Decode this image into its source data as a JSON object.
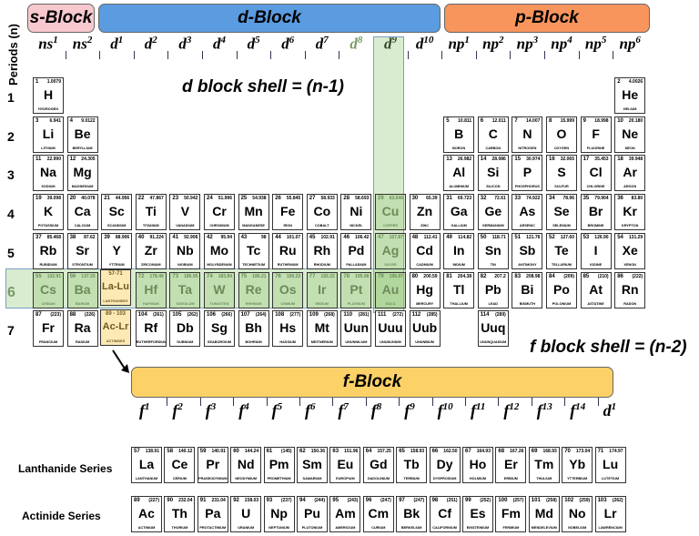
{
  "blocks": {
    "s": {
      "label": "s-Block",
      "color": "#f7c9cf"
    },
    "d": {
      "label": "d-Block",
      "color": "#5b9be0"
    },
    "p": {
      "label": "p-Block",
      "color": "#f7955d"
    },
    "f": {
      "label": "f-Block",
      "color": "#fcd167"
    }
  },
  "subshells": [
    "ns",
    "ns",
    "d",
    "d",
    "d",
    "d",
    "d",
    "d",
    "d",
    "d",
    "d",
    "d",
    "np",
    "np",
    "np",
    "np",
    "np",
    "np"
  ],
  "subshell_sups": [
    "1",
    "2",
    "1",
    "2",
    "3",
    "4",
    "5",
    "6",
    "7",
    "8",
    "9",
    "10",
    "1",
    "2",
    "3",
    "4",
    "5",
    "6"
  ],
  "periods_label": "Periods (n)",
  "periods": [
    "1",
    "2",
    "3",
    "4",
    "5",
    "6",
    "7"
  ],
  "d_shell_note": "d block shell = (n-1)",
  "f_shell_note": "f block shell = (n-2)",
  "f_subshells": [
    {
      "b": "f",
      "s": "1"
    },
    {
      "b": "f",
      "s": "2"
    },
    {
      "b": "f",
      "s": "3"
    },
    {
      "b": "f",
      "s": "4"
    },
    {
      "b": "f",
      "s": "5"
    },
    {
      "b": "f",
      "s": "6"
    },
    {
      "b": "f",
      "s": "7"
    },
    {
      "b": "f",
      "s": "8"
    },
    {
      "b": "f",
      "s": "9"
    },
    {
      "b": "f",
      "s": "10"
    },
    {
      "b": "f",
      "s": "11"
    },
    {
      "b": "f",
      "s": "12"
    },
    {
      "b": "f",
      "s": "13"
    },
    {
      "b": "f",
      "s": "14"
    },
    {
      "b": "d",
      "s": "1"
    }
  ],
  "series_labels": {
    "lanthanide": "Lanthanide Series",
    "actinide": "Actinide Series"
  },
  "placeholders": {
    "la_lu": {
      "z": "57-71",
      "sym": "La-Lu",
      "name": "LANTHANIDES"
    },
    "ac_lr": {
      "z": "89 - 103",
      "sym": "Ac-Lr",
      "name": "ACTINIDES"
    }
  },
  "elements": [
    {
      "z": "1",
      "sym": "H",
      "mass": "1.0079",
      "name": "HYDROGEN",
      "p": 1,
      "g": 1
    },
    {
      "z": "2",
      "sym": "He",
      "mass": "4.0026",
      "name": "HELIUM",
      "p": 1,
      "g": 18
    },
    {
      "z": "3",
      "sym": "Li",
      "mass": "6.941",
      "name": "LITHIUM",
      "p": 2,
      "g": 1
    },
    {
      "z": "4",
      "sym": "Be",
      "mass": "9.0122",
      "name": "BERYLLIUM",
      "p": 2,
      "g": 2
    },
    {
      "z": "5",
      "sym": "B",
      "mass": "10.811",
      "name": "BORON",
      "p": 2,
      "g": 13
    },
    {
      "z": "6",
      "sym": "C",
      "mass": "12.011",
      "name": "CARBON",
      "p": 2,
      "g": 14
    },
    {
      "z": "7",
      "sym": "N",
      "mass": "14.007",
      "name": "NITROGEN",
      "p": 2,
      "g": 15
    },
    {
      "z": "8",
      "sym": "O",
      "mass": "15.999",
      "name": "OXYGEN",
      "p": 2,
      "g": 16
    },
    {
      "z": "9",
      "sym": "F",
      "mass": "18.998",
      "name": "FLUORINE",
      "p": 2,
      "g": 17
    },
    {
      "z": "10",
      "sym": "Ne",
      "mass": "20.180",
      "name": "NEON",
      "p": 2,
      "g": 18
    },
    {
      "z": "11",
      "sym": "Na",
      "mass": "22.990",
      "name": "SODIUM",
      "p": 3,
      "g": 1
    },
    {
      "z": "12",
      "sym": "Mg",
      "mass": "24.305",
      "name": "MAGNESIUM",
      "p": 3,
      "g": 2
    },
    {
      "z": "13",
      "sym": "Al",
      "mass": "26.982",
      "name": "ALUMINIUM",
      "p": 3,
      "g": 13
    },
    {
      "z": "14",
      "sym": "Si",
      "mass": "28.086",
      "name": "SILICON",
      "p": 3,
      "g": 14
    },
    {
      "z": "15",
      "sym": "P",
      "mass": "30.974",
      "name": "PHOSPHORUS",
      "p": 3,
      "g": 15
    },
    {
      "z": "16",
      "sym": "S",
      "mass": "32.065",
      "name": "SULFUR",
      "p": 3,
      "g": 16
    },
    {
      "z": "17",
      "sym": "Cl",
      "mass": "35.453",
      "name": "CHLORINE",
      "p": 3,
      "g": 17
    },
    {
      "z": "18",
      "sym": "Ar",
      "mass": "39.948",
      "name": "ARGON",
      "p": 3,
      "g": 18
    },
    {
      "z": "19",
      "sym": "K",
      "mass": "39.098",
      "name": "POTASSIUM",
      "p": 4,
      "g": 1
    },
    {
      "z": "20",
      "sym": "Ca",
      "mass": "40.078",
      "name": "CALCIUM",
      "p": 4,
      "g": 2
    },
    {
      "z": "21",
      "sym": "Sc",
      "mass": "44.956",
      "name": "SCANDIUM",
      "p": 4,
      "g": 3
    },
    {
      "z": "22",
      "sym": "Ti",
      "mass": "47.867",
      "name": "TITANIUM",
      "p": 4,
      "g": 4
    },
    {
      "z": "23",
      "sym": "V",
      "mass": "50.942",
      "name": "VANADIUM",
      "p": 4,
      "g": 5
    },
    {
      "z": "24",
      "sym": "Cr",
      "mass": "51.996",
      "name": "CHROMIUM",
      "p": 4,
      "g": 6
    },
    {
      "z": "25",
      "sym": "Mn",
      "mass": "54.938",
      "name": "MANGANESE",
      "p": 4,
      "g": 7
    },
    {
      "z": "26",
      "sym": "Fe",
      "mass": "55.845",
      "name": "IRON",
      "p": 4,
      "g": 8
    },
    {
      "z": "27",
      "sym": "Co",
      "mass": "58.933",
      "name": "COBALT",
      "p": 4,
      "g": 9
    },
    {
      "z": "28",
      "sym": "Ni",
      "mass": "58.693",
      "name": "NICKEL",
      "p": 4,
      "g": 10
    },
    {
      "z": "29",
      "sym": "Cu",
      "mass": "63.546",
      "name": "COPPER",
      "p": 4,
      "g": 11
    },
    {
      "z": "30",
      "sym": "Zn",
      "mass": "65.39",
      "name": "ZINC",
      "p": 4,
      "g": 12
    },
    {
      "z": "31",
      "sym": "Ga",
      "mass": "69.723",
      "name": "GALLIUM",
      "p": 4,
      "g": 13
    },
    {
      "z": "32",
      "sym": "Ge",
      "mass": "72.61",
      "name": "GERMANIUM",
      "p": 4,
      "g": 14
    },
    {
      "z": "33",
      "sym": "As",
      "mass": "74.922",
      "name": "ARSENIC",
      "p": 4,
      "g": 15
    },
    {
      "z": "34",
      "sym": "Se",
      "mass": "78.96",
      "name": "SELENIUM",
      "p": 4,
      "g": 16
    },
    {
      "z": "35",
      "sym": "Br",
      "mass": "79.904",
      "name": "BROMINE",
      "p": 4,
      "g": 17
    },
    {
      "z": "36",
      "sym": "Kr",
      "mass": "83.80",
      "name": "KRYPTON",
      "p": 4,
      "g": 18
    },
    {
      "z": "37",
      "sym": "Rb",
      "mass": "85.468",
      "name": "RUBIDIUM",
      "p": 5,
      "g": 1
    },
    {
      "z": "38",
      "sym": "Sr",
      "mass": "87.62",
      "name": "STRONTIUM",
      "p": 5,
      "g": 2
    },
    {
      "z": "39",
      "sym": "Y",
      "mass": "88.906",
      "name": "YTTRIUM",
      "p": 5,
      "g": 3
    },
    {
      "z": "40",
      "sym": "Zr",
      "mass": "91.224",
      "name": "ZIRCONIUM",
      "p": 5,
      "g": 4
    },
    {
      "z": "41",
      "sym": "Nb",
      "mass": "92.906",
      "name": "NIOBIUM",
      "p": 5,
      "g": 5
    },
    {
      "z": "42",
      "sym": "Mo",
      "mass": "95.94",
      "name": "MOLYBDENUM",
      "p": 5,
      "g": 6
    },
    {
      "z": "43",
      "sym": "Tc",
      "mass": "98",
      "name": "TECHNETIUM",
      "p": 5,
      "g": 7
    },
    {
      "z": "44",
      "sym": "Ru",
      "mass": "101.07",
      "name": "RUTHENIUM",
      "p": 5,
      "g": 8
    },
    {
      "z": "45",
      "sym": "Rh",
      "mass": "102.91",
      "name": "RHODIUM",
      "p": 5,
      "g": 9
    },
    {
      "z": "46",
      "sym": "Pd",
      "mass": "106.42",
      "name": "PALLADIUM",
      "p": 5,
      "g": 10
    },
    {
      "z": "47",
      "sym": "Ag",
      "mass": "107.87",
      "name": "SILVER",
      "p": 5,
      "g": 11
    },
    {
      "z": "48",
      "sym": "Cd",
      "mass": "112.41",
      "name": "CADMIUM",
      "p": 5,
      "g": 12
    },
    {
      "z": "49",
      "sym": "In",
      "mass": "114.82",
      "name": "INDIUM",
      "p": 5,
      "g": 13
    },
    {
      "z": "50",
      "sym": "Sn",
      "mass": "118.71",
      "name": "TIN",
      "p": 5,
      "g": 14
    },
    {
      "z": "51",
      "sym": "Sb",
      "mass": "121.76",
      "name": "ANTIMONY",
      "p": 5,
      "g": 15
    },
    {
      "z": "52",
      "sym": "Te",
      "mass": "127.60",
      "name": "TELLURIUM",
      "p": 5,
      "g": 16
    },
    {
      "z": "53",
      "sym": "I",
      "mass": "126.90",
      "name": "IODINE",
      "p": 5,
      "g": 17
    },
    {
      "z": "54",
      "sym": "Xe",
      "mass": "131.29",
      "name": "XENON",
      "p": 5,
      "g": 18
    },
    {
      "z": "55",
      "sym": "Cs",
      "mass": "132.91",
      "name": "CESIUM",
      "p": 6,
      "g": 1
    },
    {
      "z": "56",
      "sym": "Ba",
      "mass": "137.33",
      "name": "BARIUM",
      "p": 6,
      "g": 2
    },
    {
      "z": "72",
      "sym": "Hf",
      "mass": "178.49",
      "name": "HAFNIUM",
      "p": 6,
      "g": 4
    },
    {
      "z": "73",
      "sym": "Ta",
      "mass": "180.95",
      "name": "TANTALUM",
      "p": 6,
      "g": 5
    },
    {
      "z": "74",
      "sym": "W",
      "mass": "183.84",
      "name": "TUNGSTEN",
      "p": 6,
      "g": 6
    },
    {
      "z": "75",
      "sym": "Re",
      "mass": "186.21",
      "name": "RHENIUM",
      "p": 6,
      "g": 7
    },
    {
      "z": "76",
      "sym": "Os",
      "mass": "190.23",
      "name": "OSMIUM",
      "p": 6,
      "g": 8
    },
    {
      "z": "77",
      "sym": "Ir",
      "mass": "192.22",
      "name": "IRIDIUM",
      "p": 6,
      "g": 9
    },
    {
      "z": "78",
      "sym": "Pt",
      "mass": "195.08",
      "name": "PLATINUM",
      "p": 6,
      "g": 10
    },
    {
      "z": "79",
      "sym": "Au",
      "mass": "196.97",
      "name": "GOLD",
      "p": 6,
      "g": 11
    },
    {
      "z": "80",
      "sym": "Hg",
      "mass": "200.59",
      "name": "MERCURY",
      "p": 6,
      "g": 12
    },
    {
      "z": "81",
      "sym": "Tl",
      "mass": "204.38",
      "name": "THALLIUM",
      "p": 6,
      "g": 13
    },
    {
      "z": "82",
      "sym": "Pb",
      "mass": "207.2",
      "name": "LEAD",
      "p": 6,
      "g": 14
    },
    {
      "z": "83",
      "sym": "Bi",
      "mass": "208.98",
      "name": "BISMUTH",
      "p": 6,
      "g": 15
    },
    {
      "z": "84",
      "sym": "Po",
      "mass": "(209)",
      "name": "POLONIUM",
      "p": 6,
      "g": 16
    },
    {
      "z": "85",
      "sym": "At",
      "mass": "(210)",
      "name": "ASTATINE",
      "p": 6,
      "g": 17
    },
    {
      "z": "86",
      "sym": "Rn",
      "mass": "(222)",
      "name": "RADON",
      "p": 6,
      "g": 18
    },
    {
      "z": "87",
      "sym": "Fr",
      "mass": "(223)",
      "name": "FRANCIUM",
      "p": 7,
      "g": 1
    },
    {
      "z": "88",
      "sym": "Ra",
      "mass": "(226)",
      "name": "RADIUM",
      "p": 7,
      "g": 2
    },
    {
      "z": "104",
      "sym": "Rf",
      "mass": "(261)",
      "name": "RUTHERFORDIUM",
      "p": 7,
      "g": 4
    },
    {
      "z": "105",
      "sym": "Db",
      "mass": "(262)",
      "name": "DUBNIUM",
      "p": 7,
      "g": 5
    },
    {
      "z": "106",
      "sym": "Sg",
      "mass": "(266)",
      "name": "SEABORGIUM",
      "p": 7,
      "g": 6
    },
    {
      "z": "107",
      "sym": "Bh",
      "mass": "(264)",
      "name": "BOHRIUM",
      "p": 7,
      "g": 7
    },
    {
      "z": "108",
      "sym": "Hs",
      "mass": "(277)",
      "name": "HASSIUM",
      "p": 7,
      "g": 8
    },
    {
      "z": "109",
      "sym": "Mt",
      "mass": "(268)",
      "name": "MEITNERIUM",
      "p": 7,
      "g": 9
    },
    {
      "z": "110",
      "sym": "Uun",
      "mass": "(281)",
      "name": "UNUNNILIUM",
      "p": 7,
      "g": 10
    },
    {
      "z": "111",
      "sym": "Uuu",
      "mass": "(272)",
      "name": "UNUNUNIUM",
      "p": 7,
      "g": 11
    },
    {
      "z": "112",
      "sym": "Uub",
      "mass": "(285)",
      "name": "UNUNBIUM",
      "p": 7,
      "g": 12
    },
    {
      "z": "114",
      "sym": "Uuq",
      "mass": "(289)",
      "name": "UNUNQUADIUM",
      "p": 7,
      "g": 14
    }
  ],
  "lanthanides": [
    {
      "z": "57",
      "sym": "La",
      "mass": "138.91",
      "name": "LANTHANUM"
    },
    {
      "z": "58",
      "sym": "Ce",
      "mass": "140.12",
      "name": "CERIUM"
    },
    {
      "z": "59",
      "sym": "Pr",
      "mass": "140.91",
      "name": "PRASEODYMIUM"
    },
    {
      "z": "60",
      "sym": "Nd",
      "mass": "144.24",
      "name": "NEODYMIUM"
    },
    {
      "z": "61",
      "sym": "Pm",
      "mass": "(145)",
      "name": "PROMETHIUM"
    },
    {
      "z": "62",
      "sym": "Sm",
      "mass": "150.36",
      "name": "SAMARIUM"
    },
    {
      "z": "63",
      "sym": "Eu",
      "mass": "151.96",
      "name": "EUROPIUM"
    },
    {
      "z": "64",
      "sym": "Gd",
      "mass": "157.25",
      "name": "GADOLINIUM"
    },
    {
      "z": "65",
      "sym": "Tb",
      "mass": "158.93",
      "name": "TERBIUM"
    },
    {
      "z": "66",
      "sym": "Dy",
      "mass": "162.50",
      "name": "DYSPROSIUM"
    },
    {
      "z": "67",
      "sym": "Ho",
      "mass": "164.93",
      "name": "HOLMIUM"
    },
    {
      "z": "68",
      "sym": "Er",
      "mass": "167.26",
      "name": "ERBIUM"
    },
    {
      "z": "69",
      "sym": "Tm",
      "mass": "168.93",
      "name": "THULIUM"
    },
    {
      "z": "70",
      "sym": "Yb",
      "mass": "173.04",
      "name": "YTTERBIUM"
    },
    {
      "z": "71",
      "sym": "Lu",
      "mass": "174.97",
      "name": "LUTETIUM"
    }
  ],
  "actinides": [
    {
      "z": "89",
      "sym": "Ac",
      "mass": "(227)",
      "name": "ACTINIUM"
    },
    {
      "z": "90",
      "sym": "Th",
      "mass": "232.04",
      "name": "THORIUM"
    },
    {
      "z": "91",
      "sym": "Pa",
      "mass": "231.04",
      "name": "PROTACTINIUM"
    },
    {
      "z": "92",
      "sym": "U",
      "mass": "238.03",
      "name": "URANIUM"
    },
    {
      "z": "93",
      "sym": "Np",
      "mass": "(237)",
      "name": "NEPTUNIUM"
    },
    {
      "z": "94",
      "sym": "Pu",
      "mass": "(244)",
      "name": "PLUTONIUM"
    },
    {
      "z": "95",
      "sym": "Am",
      "mass": "(243)",
      "name": "AMERICIUM"
    },
    {
      "z": "96",
      "sym": "Cm",
      "mass": "(247)",
      "name": "CURIUM"
    },
    {
      "z": "97",
      "sym": "Bk",
      "mass": "(247)",
      "name": "BERKELIUM"
    },
    {
      "z": "98",
      "sym": "Cf",
      "mass": "(251)",
      "name": "CALIFORNIUM"
    },
    {
      "z": "99",
      "sym": "Es",
      "mass": "(252)",
      "name": "EINSTEINIUM"
    },
    {
      "z": "100",
      "sym": "Fm",
      "mass": "(257)",
      "name": "FERMIUM"
    },
    {
      "z": "101",
      "sym": "Md",
      "mass": "(258)",
      "name": "MENDELEVIUM"
    },
    {
      "z": "102",
      "sym": "No",
      "mass": "(259)",
      "name": "NOBELIUM"
    },
    {
      "z": "103",
      "sym": "Lr",
      "mass": "(262)",
      "name": "LAWRENCIUM"
    }
  ]
}
